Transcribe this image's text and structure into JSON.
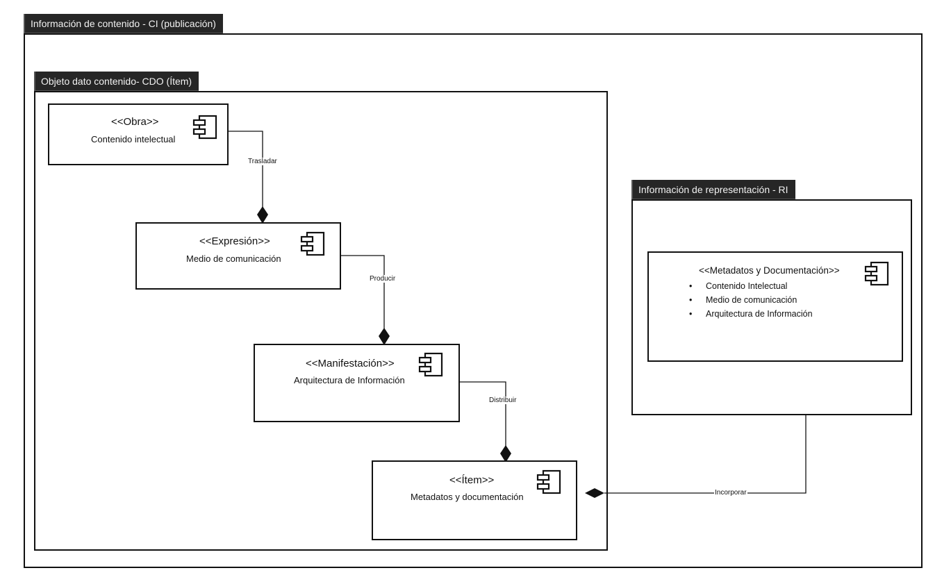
{
  "outer_frame": {
    "title": "Información de contenido - CI  (publicación)"
  },
  "cdo_frame": {
    "title": "Objeto dato contenido- CDO (Ítem)"
  },
  "ri_frame": {
    "title": "Información de representación - RI"
  },
  "components": {
    "obra": {
      "stereotype": "<<Obra>>",
      "name": "Contenido intelectual"
    },
    "expresion": {
      "stereotype": "<<Expresión>>",
      "name": "Medio de comunicación"
    },
    "manifestacion": {
      "stereotype": "<<Manifestación>>",
      "name": "Arquitectura de Información"
    },
    "item": {
      "stereotype": "<<Ítem>>",
      "name": "Metadatos y documentación"
    },
    "metadatos": {
      "stereotype": "<<Metadatos y Documentación>>",
      "bullets": [
        "Contenido Intelectual",
        "Medio de comunicación",
        "Arquitectura de Información"
      ]
    }
  },
  "relations": {
    "trasladar": "Trasladar",
    "producir": "Producir",
    "distribuir": "Distribuir",
    "incorporar": "Incorporar"
  },
  "icon_names": {
    "component": "component-icon",
    "composition": "filled-diamond"
  },
  "colors": {
    "tab_bg": "#262626",
    "tab_text": "#f2f2f2",
    "line": "#111111"
  }
}
